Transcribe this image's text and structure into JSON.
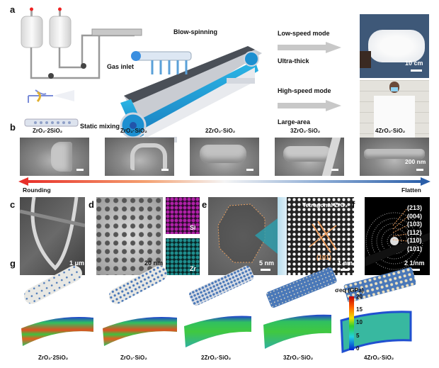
{
  "panels": {
    "a": {
      "label": "a",
      "blow_spinning": "Blow-spinning",
      "gas_inlet": "Gas inlet",
      "static_mixing": "Static mixing",
      "low_speed_mode": "Low-speed mode",
      "ultra_thick": "Ultra-thick",
      "high_speed_mode": "High-speed mode",
      "large_area": "Large-area",
      "photo_scale": "10 cm"
    },
    "b": {
      "label": "b",
      "samples": [
        "ZrO₂·2SiO₂",
        "ZrO₂·SiO₂",
        "2ZrO₂·SiO₂",
        "3ZrO₂·SiO₂",
        "4ZrO₂·SiO₂"
      ],
      "scale": "200 nm",
      "left_label": "Rounding",
      "right_label": "Flatten",
      "arrow_colors": {
        "left": "#e8302a",
        "right": "#2a5ea8"
      }
    },
    "c": {
      "label": "c",
      "scale": "1 μm"
    },
    "d": {
      "label": "d",
      "scale": "20 nm",
      "map_si": "Si",
      "map_zr": "Zr",
      "si_color": "#b020a8",
      "zr_color": "#1f8e8e"
    },
    "e": {
      "label": "e",
      "scale_left": "5 nm",
      "title_right": "Tetragonal ZrO₂",
      "plane": "(101)",
      "scale_right": "1 nm"
    },
    "f": {
      "label": "f",
      "rings": [
        "(213)",
        "(004)",
        "(103)",
        "(112)",
        "(110)",
        "(101)"
      ],
      "scale": "2 1/nm"
    },
    "g": {
      "label": "g",
      "samples": [
        "ZrO₂·2SiO₂",
        "ZrO₂·SiO₂",
        "2ZrO₂·SiO₂",
        "3ZrO₂·SiO₂",
        "4ZrO₂·SiO₂"
      ],
      "colorbar_title": "σeq (GPa)",
      "colorbar_ticks": [
        "20",
        "15",
        "10",
        "5",
        "0"
      ]
    }
  }
}
